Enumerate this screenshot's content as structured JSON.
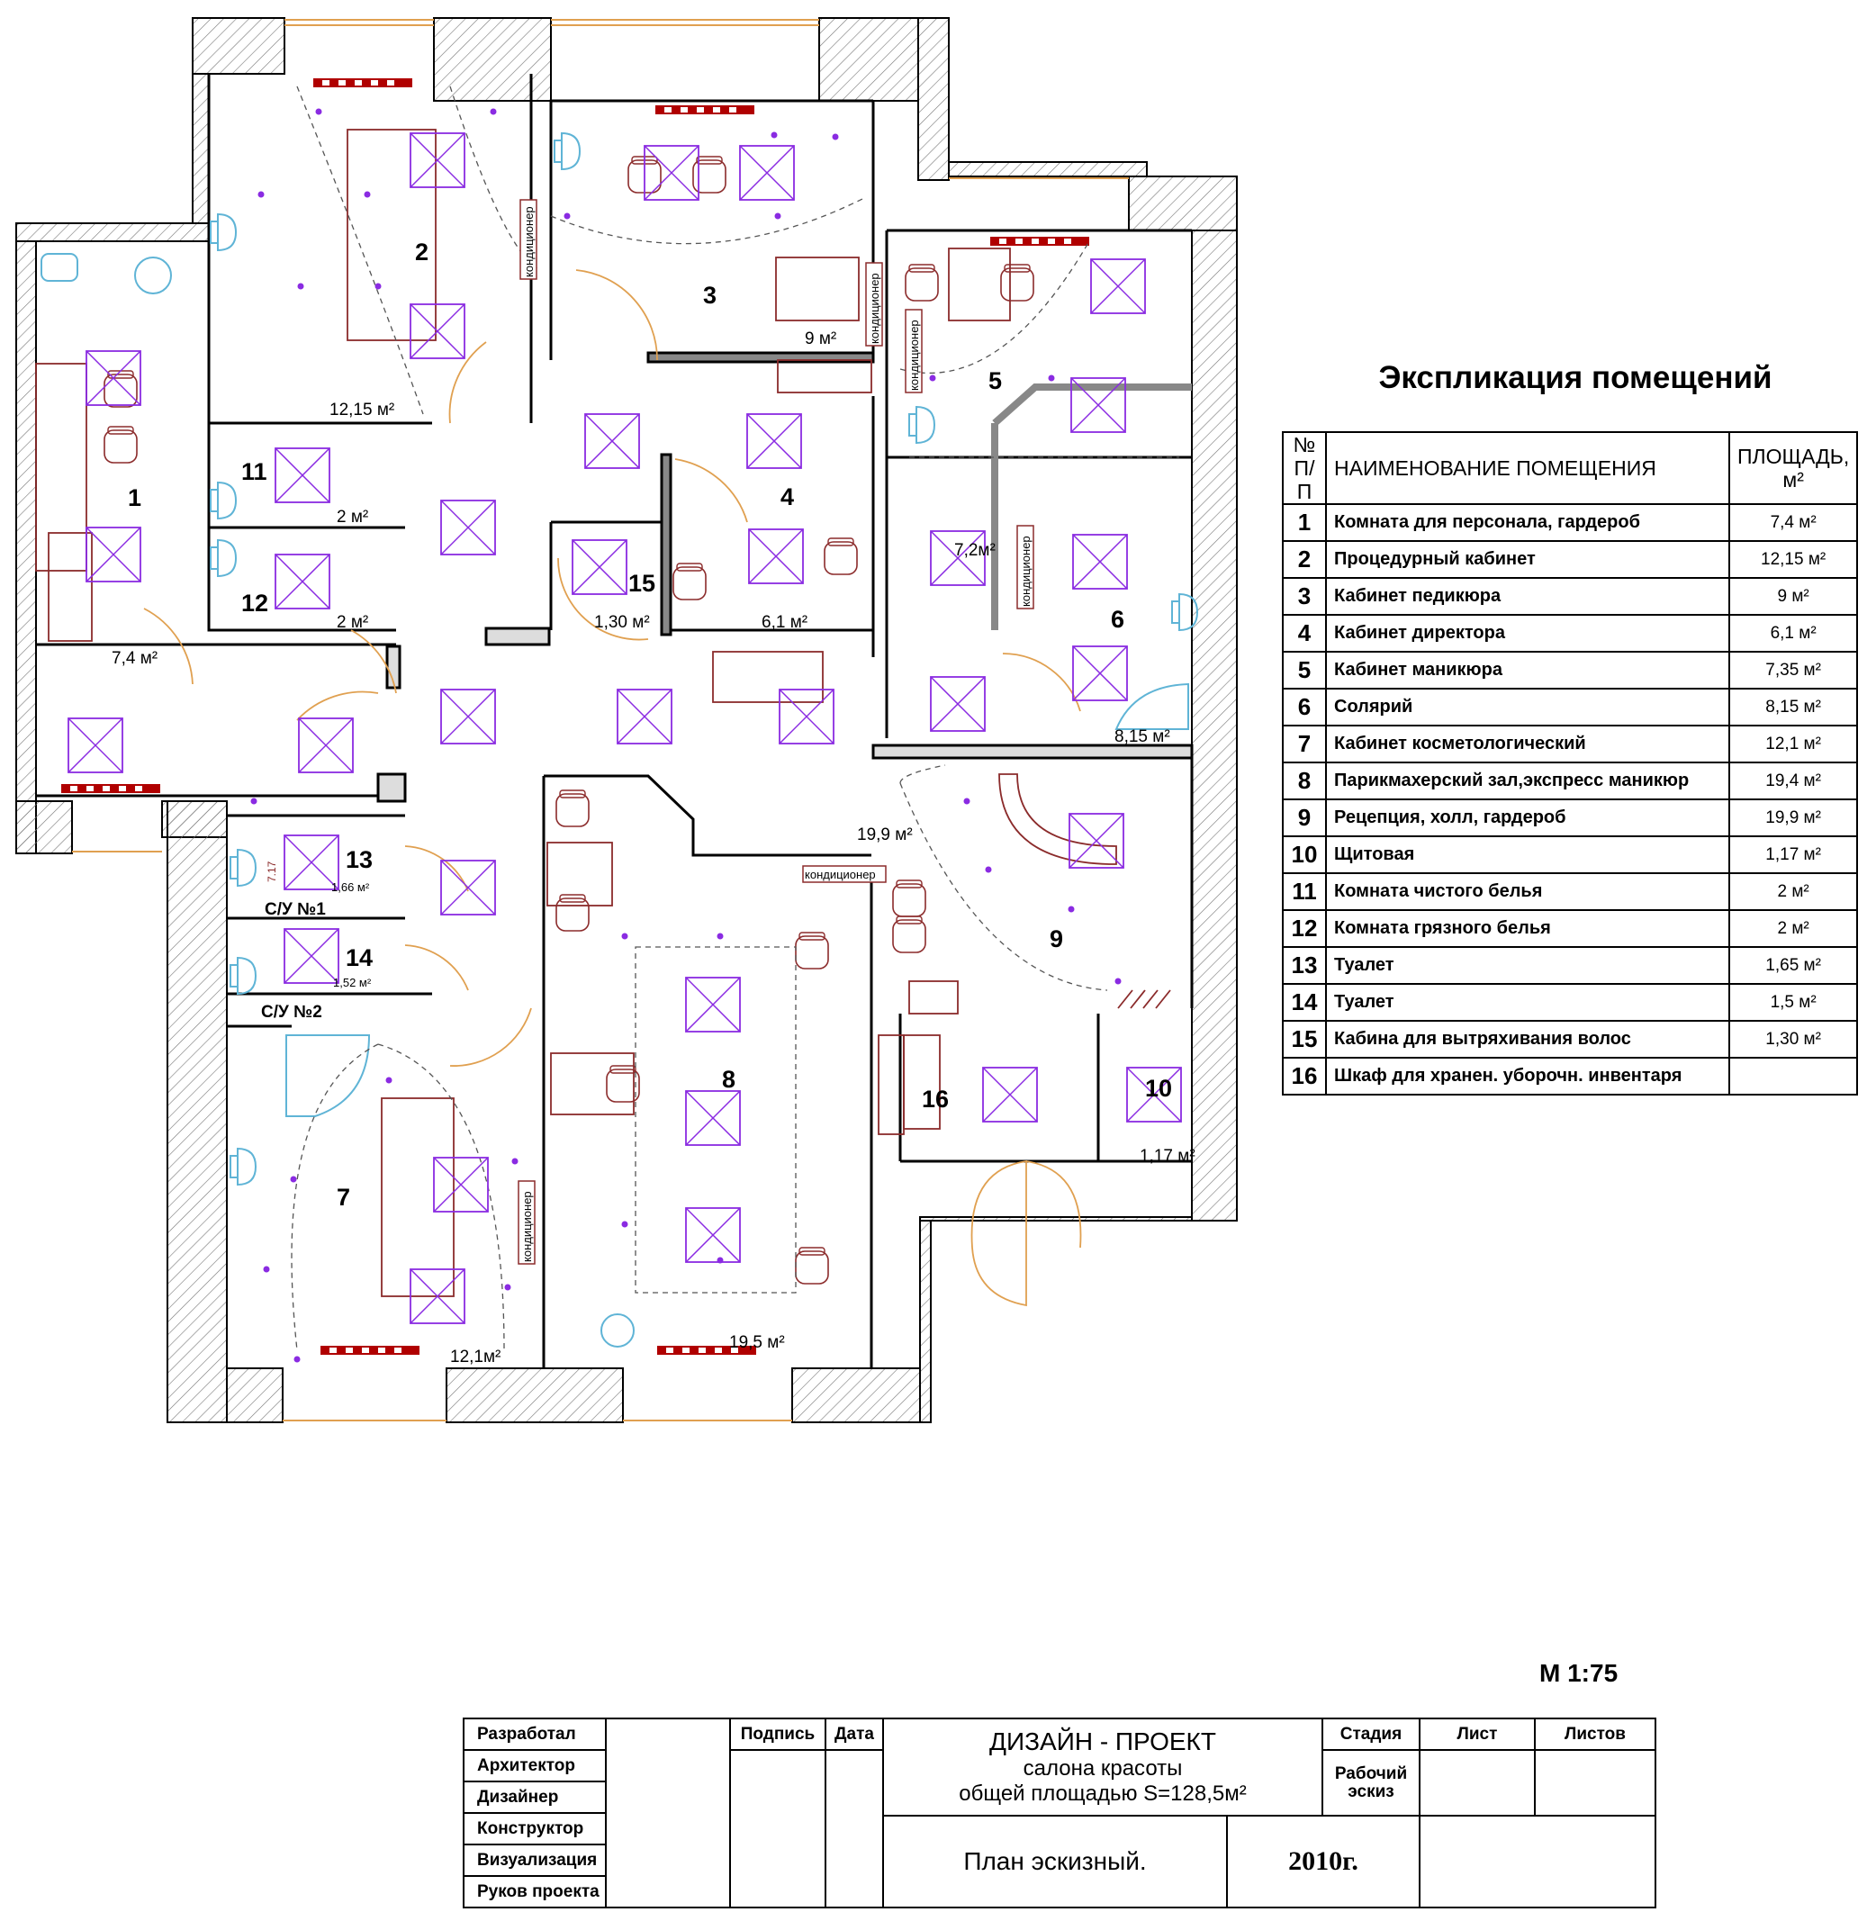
{
  "plan": {
    "rooms": [
      {
        "num": "1",
        "area": "7,4 м²"
      },
      {
        "num": "2",
        "area": "12,15 м²"
      },
      {
        "num": "3",
        "area": "9 м²"
      },
      {
        "num": "4",
        "area": "6,1 м²"
      },
      {
        "num": "5",
        "area": "7,2м²"
      },
      {
        "num": "6",
        "area": "8,15 м²"
      },
      {
        "num": "7",
        "area": "12,1м²"
      },
      {
        "num": "8",
        "area": "19,5 м²"
      },
      {
        "num": "9",
        "area": "19,9 м²"
      },
      {
        "num": "10",
        "area": "1,17 м²"
      },
      {
        "num": "11",
        "area": "2 м²"
      },
      {
        "num": "12",
        "area": "2 м²"
      },
      {
        "num": "13",
        "area": "1,66 м²"
      },
      {
        "num": "14",
        "area": "1,52 м²"
      },
      {
        "num": "15",
        "area": "1,30 м²"
      },
      {
        "num": "16",
        "area": ""
      }
    ],
    "wc1_label": "С/У  №1",
    "wc2_label": "С/У  №2",
    "ac_label": "кондиционер",
    "small_mark": "7.17"
  },
  "explication": {
    "title": "Экспликация помещений",
    "headers": {
      "num": "№ П/П",
      "name": "НАИМЕНОВАНИЕ ПОМЕЩЕНИЯ",
      "area": "ПЛОЩАДЬ, м²"
    },
    "rows": [
      {
        "num": "1",
        "name": "Комната для персонала, гардероб",
        "area": "7,4 м²"
      },
      {
        "num": "2",
        "name": "Процедурный кабинет",
        "area": "12,15 м²"
      },
      {
        "num": "3",
        "name": "Кабинет педикюра",
        "area": "9 м²"
      },
      {
        "num": "4",
        "name": "Кабинет директора",
        "area": "6,1 м²"
      },
      {
        "num": "5",
        "name": "Кабинет маникюра",
        "area": "7,35 м²"
      },
      {
        "num": "6",
        "name": "Солярий",
        "area": "8,15 м²"
      },
      {
        "num": "7",
        "name": "Кабинет косметологический",
        "area": "12,1 м²"
      },
      {
        "num": "8",
        "name": "Парикмахерский зал,экспресс маникюр",
        "area": "19,4 м²"
      },
      {
        "num": "9",
        "name": "Рецепция, холл, гардероб",
        "area": "19,9 м²"
      },
      {
        "num": "10",
        "name": "Щитовая",
        "area": "1,17 м²"
      },
      {
        "num": "11",
        "name": "Комната чистого белья",
        "area": "2 м²"
      },
      {
        "num": "12",
        "name": "Комната грязного белья",
        "area": "2 м²"
      },
      {
        "num": "13",
        "name": "Туалет",
        "area": "1,65 м²"
      },
      {
        "num": "14",
        "name": "Туалет",
        "area": "1,5 м²"
      },
      {
        "num": "15",
        "name": "Кабина для вытряхивания волос",
        "area": "1,30 м²"
      },
      {
        "num": "16",
        "name": "Шкаф для хранен. уборочн. инвентаря",
        "area": ""
      }
    ]
  },
  "scale": "М 1:75",
  "stamp": {
    "roles": [
      "Разработал",
      "Архитектор",
      "Дизайнер",
      "Конструктор",
      "Визуализация",
      "Руков проекта"
    ],
    "col_signature": "Подпись",
    "col_date": "Дата",
    "project_title": "ДИЗАЙН - ПРОЕКТ",
    "project_line2": "салона красоты",
    "project_line3": "общей площадью S=128,5м²",
    "stage_label": "Стадия",
    "stage_value": "Рабочий эскиз",
    "sheet_label": "Лист",
    "sheets_label": "Листов",
    "drawing_name": "План эскизный.",
    "year": "2010г."
  },
  "colors": {
    "wall": "#000000",
    "furniture": "#8b2b2b",
    "lamp": "#8a2be2",
    "fixture_blue": "#5fb4d6",
    "door": "#e0a050",
    "window_red": "#b00000"
  }
}
